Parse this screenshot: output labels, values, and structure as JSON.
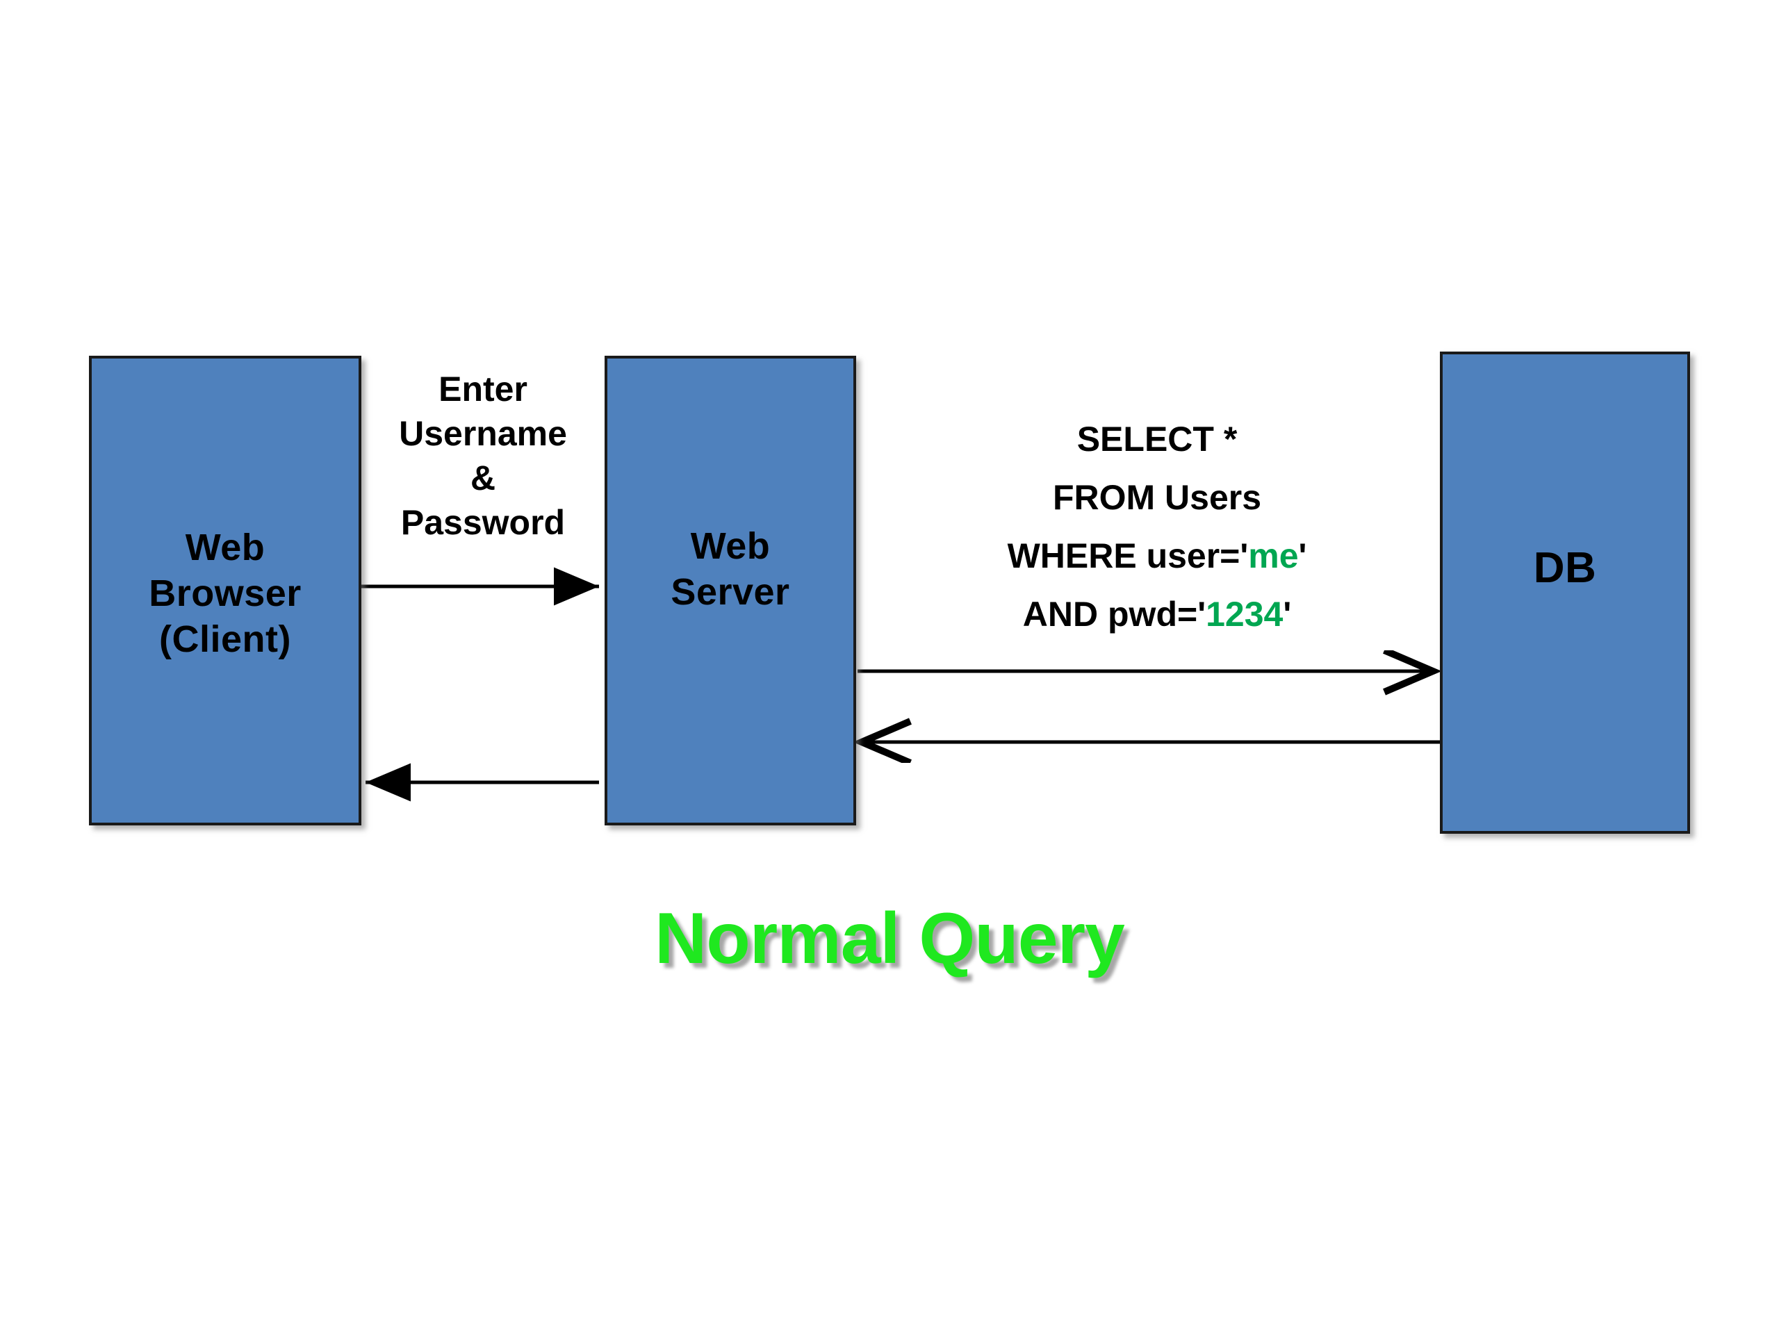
{
  "diagram": {
    "caption": "Normal Query",
    "accent_green": "#1FE81F",
    "value_green": "#00A651",
    "node_fill": "#4F81BD",
    "node_border": "#1a1a1a"
  },
  "nodes": {
    "client": {
      "line1": "Web",
      "line2": "Browser",
      "line3": "(Client)"
    },
    "server": {
      "line1": "Web",
      "line2": "Server"
    },
    "db": {
      "line1": "DB"
    }
  },
  "edges": {
    "credentials": {
      "line1": "Enter",
      "line2": "Username",
      "line3": "&",
      "line4": "Password"
    },
    "sql": {
      "line1": "SELECT *",
      "line2": "FROM Users",
      "line3_prefix": "WHERE user='",
      "line3_value": "me",
      "line3_suffix": "'",
      "line4_prefix": "AND pwd='",
      "line4_value": "1234",
      "line4_suffix": "'"
    }
  },
  "arrows": {
    "client_to_server": "request-arrow-client-to-server",
    "server_to_client": "response-arrow-server-to-client",
    "server_to_db": "query-arrow-server-to-db",
    "db_to_server": "result-arrow-db-to-server"
  }
}
